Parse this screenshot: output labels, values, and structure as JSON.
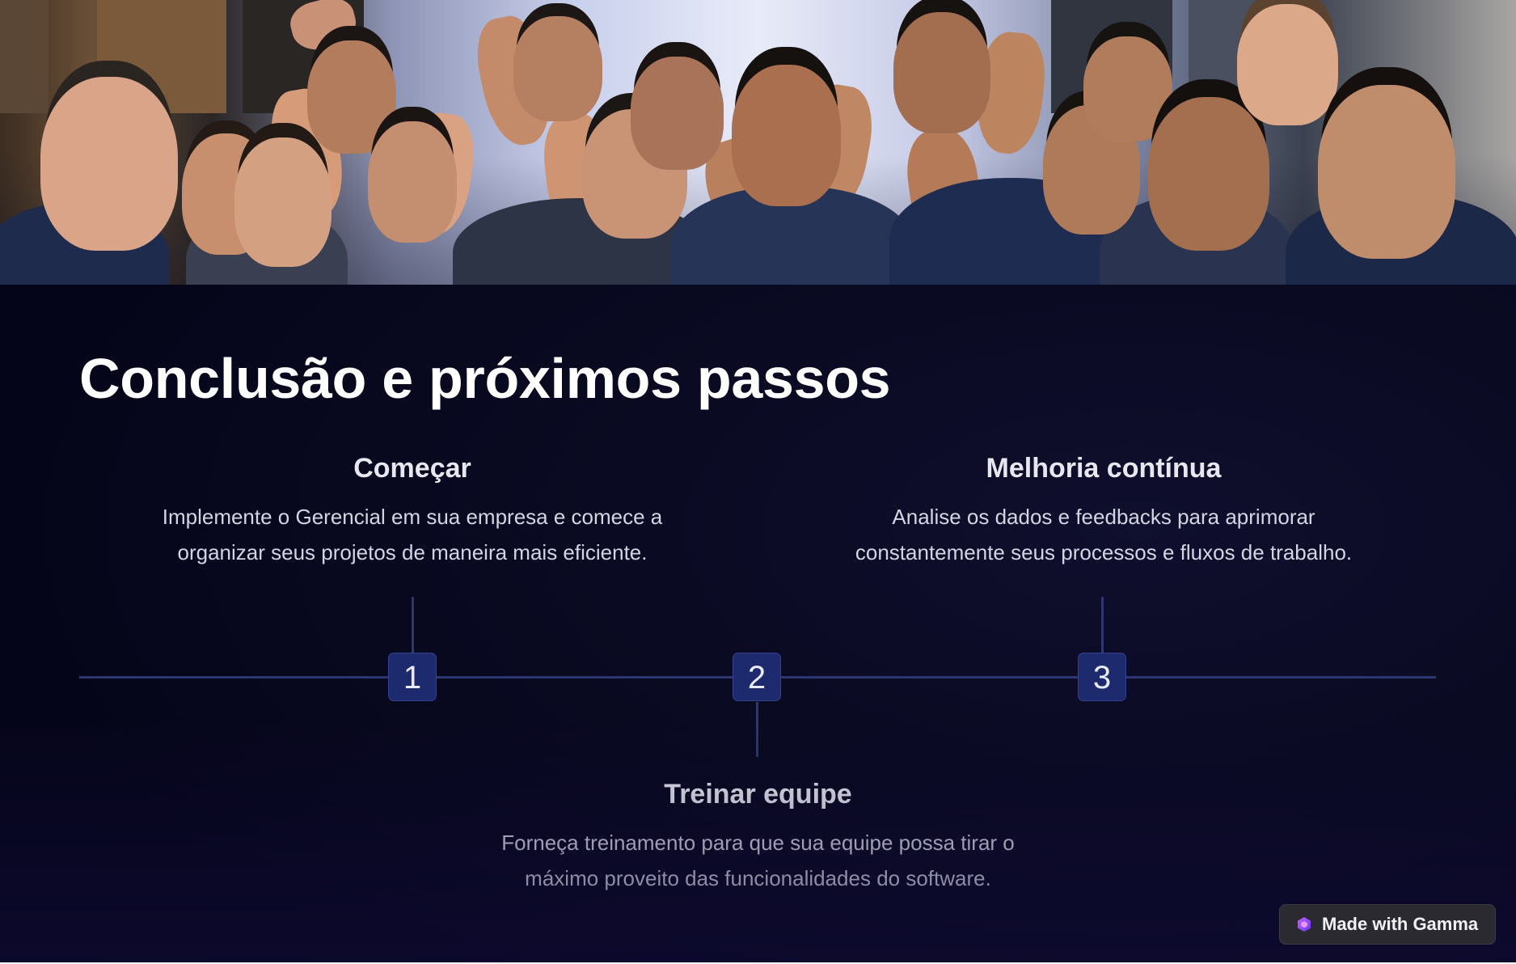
{
  "slide": {
    "title": "Conclusão e próximos passos",
    "steps": [
      {
        "number": "1",
        "title": "Começar",
        "text": "Implemente o Gerencial em sua empresa e comece a organizar seus projetos de maneira mais eficiente."
      },
      {
        "number": "2",
        "title": "Treinar equipe",
        "text": "Forneça treinamento para que sua equipe possa tirar o máximo proveito das funcionalidades do software."
      },
      {
        "number": "3",
        "title": "Melhoria contínua",
        "text": "Analise os dados e feedbacks para aprimorar constantemente seus processos e fluxos de trabalho."
      }
    ]
  },
  "hero": {
    "icon": "team-celebration-photo"
  },
  "badge": {
    "label": "Made with Gamma",
    "icon": "gamma-logo-icon"
  },
  "colors": {
    "background": "#0a0a22",
    "marker": "#1e2a6e",
    "line": "#2d3670",
    "title": "#ffffff",
    "badge": "#2a2a30"
  }
}
